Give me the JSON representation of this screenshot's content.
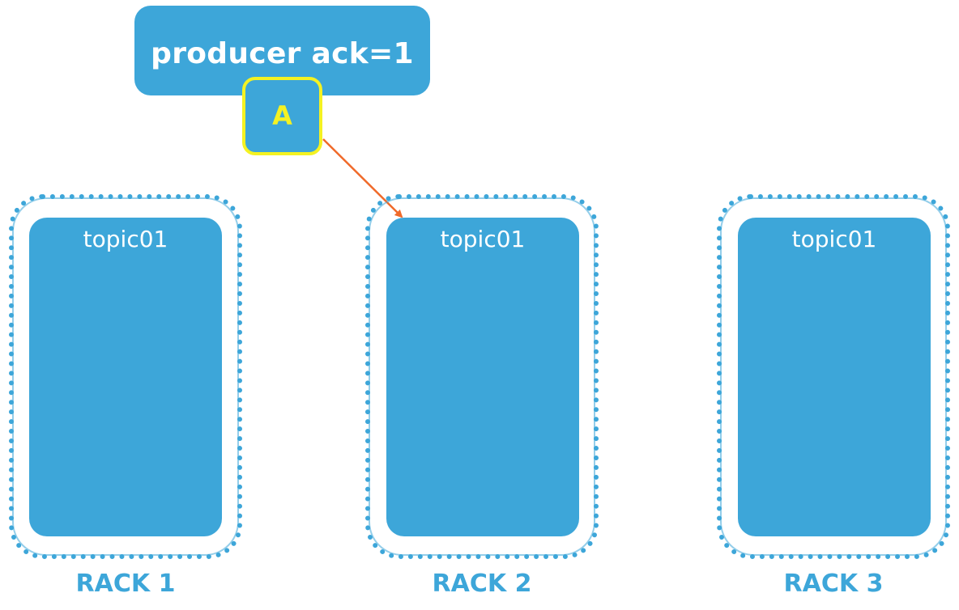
{
  "producer": {
    "label": "producer ack=1"
  },
  "message": {
    "label": "A"
  },
  "racks": [
    {
      "topic": "topic01",
      "label": "RACK 1"
    },
    {
      "topic": "topic01",
      "label": "RACK 2"
    },
    {
      "topic": "topic01",
      "label": "RACK 3"
    }
  ],
  "colors": {
    "primary": "#3da6d9",
    "highlight": "#f4f222",
    "arrow": "#f06a2a",
    "background": "#ffffff"
  }
}
